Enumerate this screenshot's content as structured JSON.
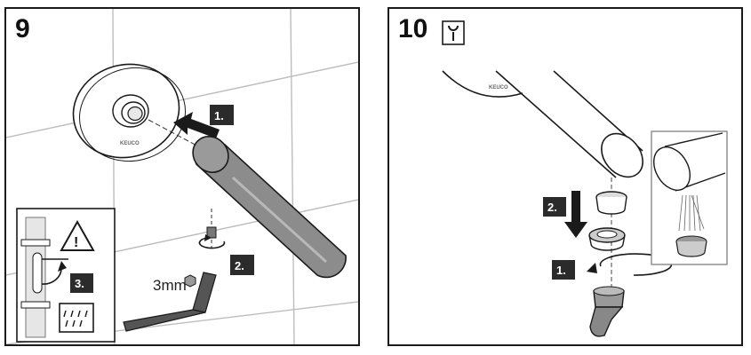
{
  "step9": {
    "number": "9",
    "labels": {
      "step1": "1.",
      "step2": "2.",
      "step3": "3."
    },
    "tool_size": "3mm",
    "brand_mark": "KEUCO"
  },
  "step10": {
    "number": "10",
    "labels": {
      "step1": "1.",
      "step2": "2."
    },
    "brand_mark": "KEUCO",
    "maintenance_icon": "wrench-icon"
  },
  "colors": {
    "line": "#1a1a1a",
    "label_bg": "#2b2b2b",
    "pipe_fill": "#8c8c8c",
    "tile_grid": "#bdbdbd"
  }
}
